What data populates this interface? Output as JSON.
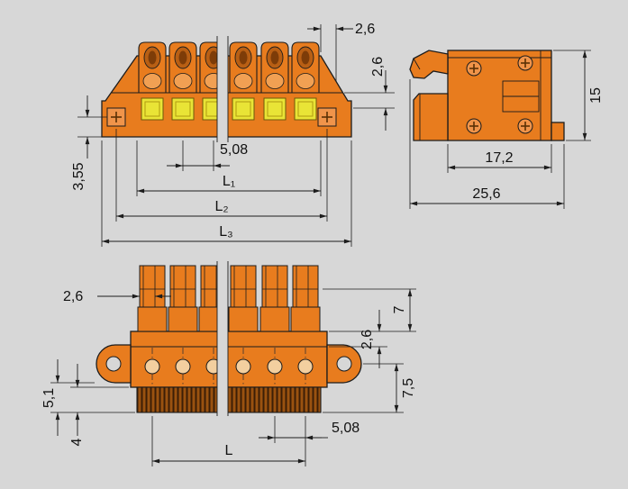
{
  "drawing": {
    "type": "technical-dimension-drawing",
    "views": {
      "front": {
        "dims": {
          "flange_offset": "2,6",
          "seat_height": "2,6",
          "pitch": "5,08",
          "edge": "3,55",
          "l1": "L₁",
          "l2": "L₂",
          "l3": "L₃"
        }
      },
      "side": {
        "dims": {
          "height": "15",
          "depth": "17,2",
          "total_depth": "25,6"
        }
      },
      "bottom": {
        "dims": {
          "wall": "2,6",
          "upper": "7",
          "collar": "2,6",
          "lower": "7,5",
          "foot": "5,1",
          "base": "4",
          "pitch": "5,08",
          "length": "L"
        }
      }
    },
    "colors": {
      "background": "#d7d7d7",
      "housing": "#e87c1e",
      "housing_dark": "#b85f14",
      "housing_deep": "#7d3c08",
      "housing_light": "#f1a053",
      "button_yellow": "#e9e436",
      "hatch_brown": "#9a5210",
      "line": "#1c1c1c"
    }
  }
}
